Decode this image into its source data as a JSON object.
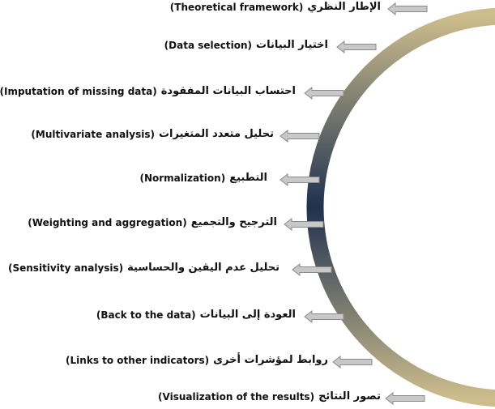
{
  "colors": {
    "arc_end": "#c9b98a",
    "arc_mid": "#1f3150",
    "arrow_fill": "#c8c8c8",
    "arrow_stroke": "#8a8a8a"
  },
  "steps": [
    {
      "en": "(Theoretical framework)",
      "ar": "الإطار النظري"
    },
    {
      "en": "(Data selection)",
      "ar": "اختيار البيانات"
    },
    {
      "en": "(Imputation of missing data)",
      "ar": "احتساب البيانات المفقودة"
    },
    {
      "en": "(Multivariate analysis)",
      "ar": "تحليل متعدد المتغيرات"
    },
    {
      "en": "(Normalization)",
      "ar": "التطبيع"
    },
    {
      "en": "(Weighting and aggregation)",
      "ar": "الترجيح والتجميع"
    },
    {
      "en": "(Sensitivity analysis)",
      "ar": "تحليل عدم اليقين والحساسية"
    },
    {
      "en": "(Back to the data)",
      "ar": "العودة إلى البيانات"
    },
    {
      "en": "(Links to other indicators)",
      "ar": "روابط لمؤشرات أخرى"
    },
    {
      "en": "(Visualization of the results)",
      "ar": "تصور النتائج"
    }
  ]
}
